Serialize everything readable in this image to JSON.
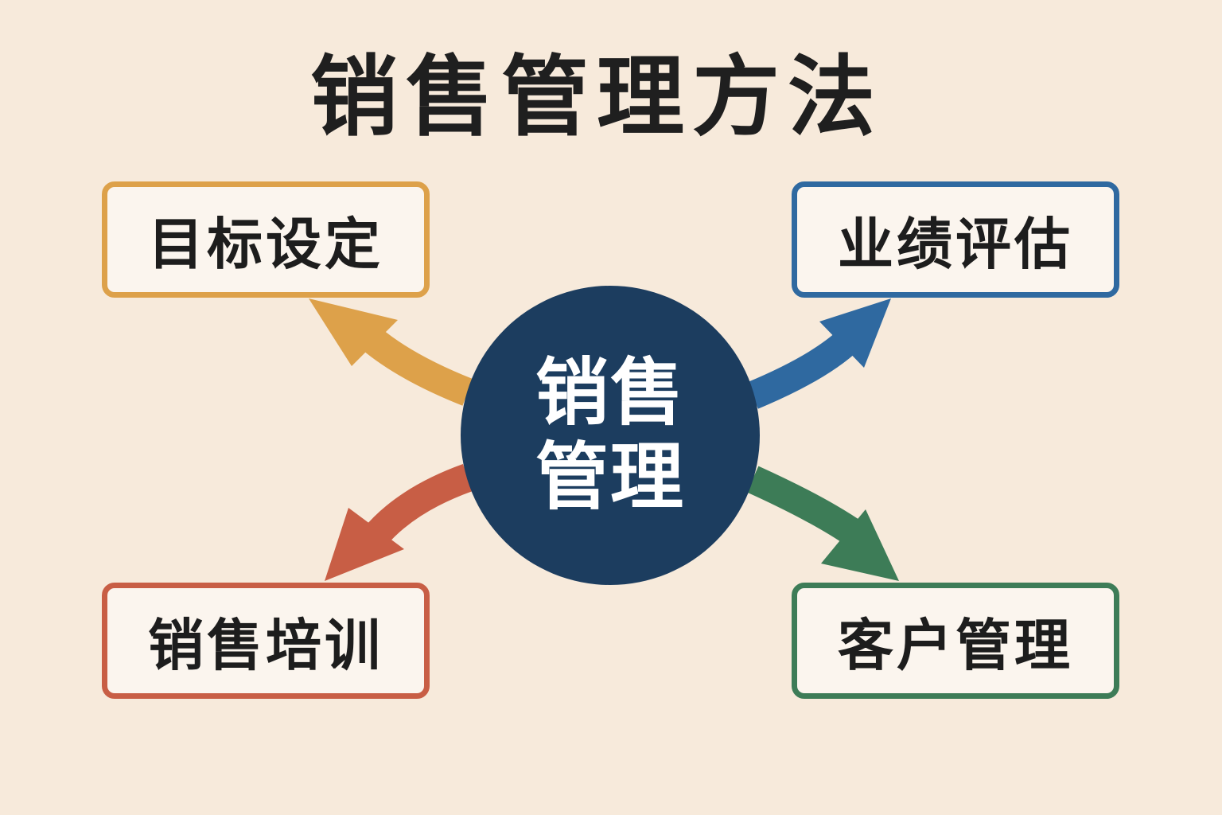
{
  "title": "销售管理方法",
  "center": {
    "line1": "销售",
    "line2": "管理",
    "color": "#1c3d5f"
  },
  "nodes": [
    {
      "id": "tl",
      "label": "目标设定",
      "color": "#dda14a"
    },
    {
      "id": "tr",
      "label": "业绩评估",
      "color": "#2f69a0"
    },
    {
      "id": "bl",
      "label": "销售培训",
      "color": "#c85e45"
    },
    {
      "id": "br",
      "label": "客户管理",
      "color": "#3d7c57"
    }
  ],
  "background": "#f7eadb"
}
